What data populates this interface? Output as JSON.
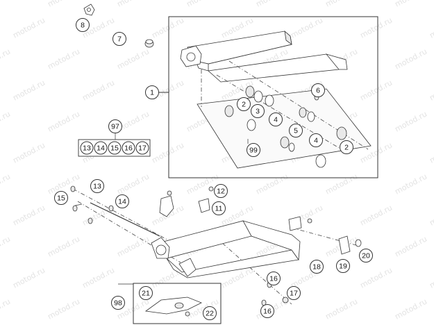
{
  "watermark": {
    "text": "motod.ru",
    "color": "#e3e3e3"
  },
  "callouts": {
    "c1": "1",
    "c2a": "2",
    "c2b": "2",
    "c3": "3",
    "c4a": "4",
    "c4b": "4",
    "c5": "5",
    "c6": "6",
    "c7": "7",
    "c8": "8",
    "c11": "11",
    "c12": "12",
    "c13": "13",
    "c14": "14",
    "c15": "15",
    "c16a": "16",
    "c16b": "16",
    "c17": "17",
    "c18": "18",
    "c19": "19",
    "c20": "20",
    "c21": "21",
    "c22": "22",
    "c97": "97",
    "c98": "98",
    "c99": "99"
  },
  "kit97": {
    "items": [
      "13",
      "14",
      "15",
      "16",
      "17"
    ]
  },
  "colors": {
    "line": "#333333",
    "callout_fill": "#ffffff",
    "shade": "#e9e9e9"
  }
}
